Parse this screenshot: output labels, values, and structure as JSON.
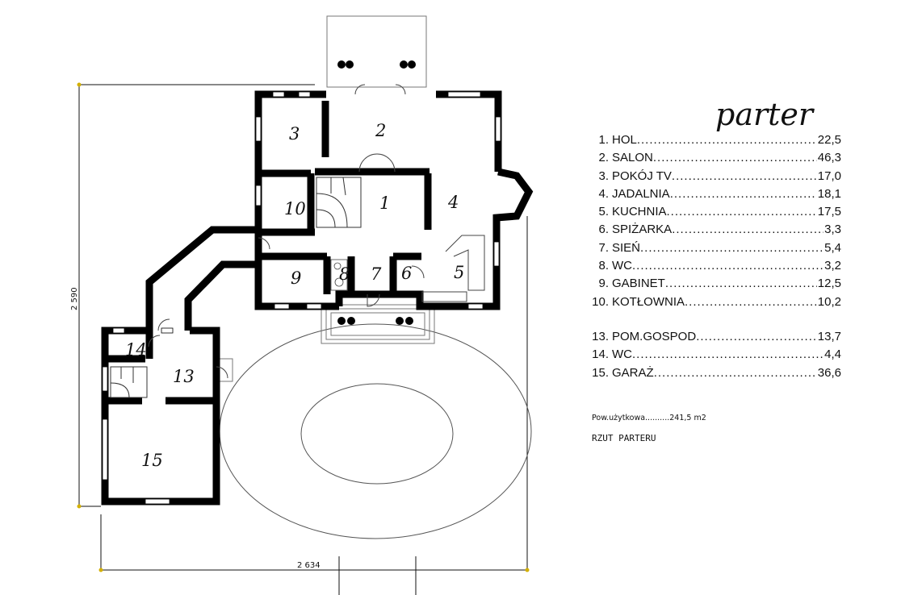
{
  "plan": {
    "title": "parter",
    "rooms": [
      {
        "no": "1",
        "name": "HOL",
        "area": "22,5"
      },
      {
        "no": "2",
        "name": "SALON",
        "area": "46,3"
      },
      {
        "no": "3",
        "name": "POKÓJ TV",
        "area": "17,0"
      },
      {
        "no": "4",
        "name": "JADALNIA",
        "area": "18,1"
      },
      {
        "no": "5",
        "name": "KUCHNIA",
        "area": "17,5"
      },
      {
        "no": "6",
        "name": "SPIŻARKA",
        "area": "3,3"
      },
      {
        "no": "7",
        "name": "SIEŃ",
        "area": "5,4"
      },
      {
        "no": "8",
        "name": "WC",
        "area": "3,2"
      },
      {
        "no": "9",
        "name": "GABINET",
        "area": "12,5"
      },
      {
        "no": "10",
        "name": "KOTŁOWNIA",
        "area": "10,2"
      },
      {
        "no": "13",
        "name": "POM.GOSPOD",
        "area": "13,7"
      },
      {
        "no": "14",
        "name": "WC",
        "area": "4,4"
      },
      {
        "no": "15",
        "name": "GARAŻ",
        "area": "36,6"
      }
    ],
    "usable_area_note": "Pow.użytkowa..........241,5  m2",
    "caption": "RZUT PARTERU",
    "dimensions": {
      "width": "2 634",
      "height": "2 590"
    }
  }
}
